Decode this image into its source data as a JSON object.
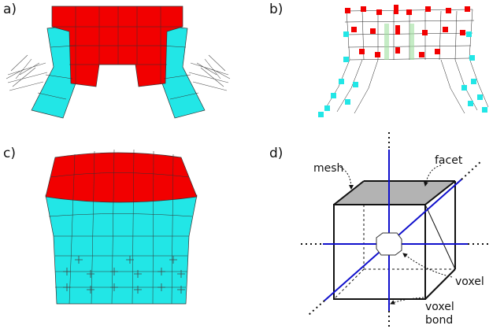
{
  "panels": [
    {
      "label": "a)"
    },
    {
      "label": "b)"
    },
    {
      "label": "c)"
    },
    {
      "label": "d)"
    }
  ],
  "annotations": {
    "mesh": "mesh",
    "facet": "facet",
    "voxel": "voxel",
    "voxel_bond_line1": "voxel",
    "voxel_bond_line2": "bond"
  },
  "colors": {
    "red": "#f20000",
    "cyan": "#22e6e6",
    "axis_blue": "#1010cc",
    "facet_gray": "#b3b3b3"
  }
}
